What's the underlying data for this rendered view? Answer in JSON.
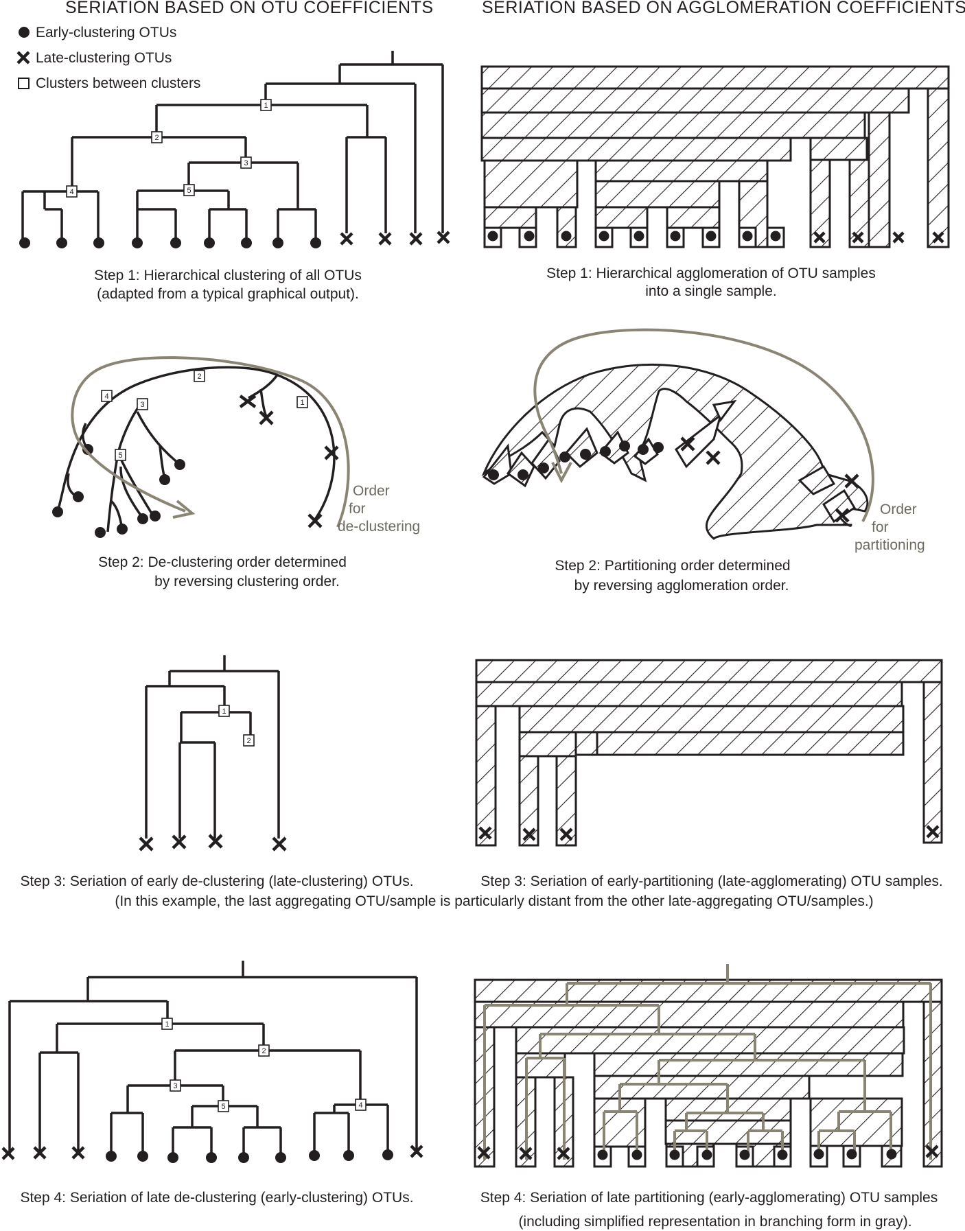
{
  "headings": {
    "left": "SERIATION BASED ON OTU COEFFICIENTS",
    "right": "SERIATION BASED ON AGGLOMERATION COEFFICIENTS"
  },
  "legend": {
    "early": "Early-clustering OTUs",
    "late": "Late-clustering OTUs",
    "clusters": "Clusters between clusters"
  },
  "node_labels": [
    "1",
    "2",
    "3",
    "4",
    "5"
  ],
  "captions": {
    "s1_left_1": "Step 1: Hierarchical clustering of all OTUs",
    "s1_left_2": "(adapted from a typical graphical output).",
    "s1_right_1": "Step 1: Hierarchical agglomeration of OTU samples",
    "s1_right_2": "into a single sample.",
    "s2_left_1": "Step 2: De-clustering order determined",
    "s2_left_2": "by reversing clustering order.",
    "s2_right_1": "Step 2: Partitioning order determined",
    "s2_right_2": "by reversing agglomeration order.",
    "s3_left": "Step 3: Seriation of early de-clustering (late-clustering) OTUs.",
    "s3_right": "Step 3: Seriation of early-partitioning (late-agglomerating) OTU samples.",
    "s3_note": "(In this example, the last aggregating OTU/sample is particularly distant from the other late-aggregating OTU/samples.)",
    "s4_left": "Step 4: Seriation of late de-clustering (early-clustering) OTUs.",
    "s4_right_1": "Step 4: Seriation of late partitioning (early-agglomerating) OTU samples",
    "s4_right_2": "(including simplified representation in branching form in gray)."
  },
  "order_labels": {
    "left": [
      "Order",
      "for",
      "de-clustering"
    ],
    "right": [
      "Order",
      "for",
      "partitioning"
    ]
  },
  "colors": {
    "ink": "#231f20",
    "gray": "#8a8474",
    "order_text": "#6d6a5f"
  }
}
